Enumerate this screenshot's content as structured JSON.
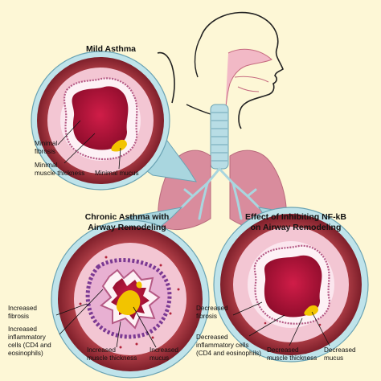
{
  "panels": {
    "mild": {
      "title": "Mild Asthma",
      "labels": {
        "fibrosis": [
          "Minimal",
          "fibrosis"
        ],
        "muscle": [
          "Minimal",
          "muscle thickness"
        ],
        "mucus": [
          "Minimal mucus"
        ]
      }
    },
    "chronic": {
      "title": [
        "Chronic Asthma with",
        "Airway Remodeling"
      ],
      "labels": {
        "fibrosis": [
          "Increased",
          "fibrosis"
        ],
        "cells": [
          "Increased",
          "inflammatory",
          "cells (CD4 and",
          "eosinophils)"
        ],
        "muscle": [
          "Increased",
          "muscle thickness"
        ],
        "mucus": [
          "Increased",
          "mucus"
        ]
      }
    },
    "nfkb": {
      "title": [
        "Effect of Inhibiting NF-kB",
        "on Airway Remodeling"
      ],
      "labels": {
        "fibrosis": [
          "Decreased",
          "fibrosis"
        ],
        "cells": [
          "Decreased",
          "inflammatory cells",
          "(CD4 and eosinophils)"
        ],
        "muscle": [
          "Decreased",
          "muscle thickness"
        ],
        "mucus": [
          "Decreased",
          "mucus"
        ]
      }
    }
  },
  "colors": {
    "background": "#fdf7d6",
    "outer_wall": "#a8343c",
    "submucosa": "#f3c6d3",
    "epithelium": "#fbe6ee",
    "lumen": "#b5123a",
    "mucus": "#f2c400",
    "inflammatory_cells": "#7b3a93",
    "lung": "#d98c9d",
    "airway_tube": "#a9d6df"
  }
}
